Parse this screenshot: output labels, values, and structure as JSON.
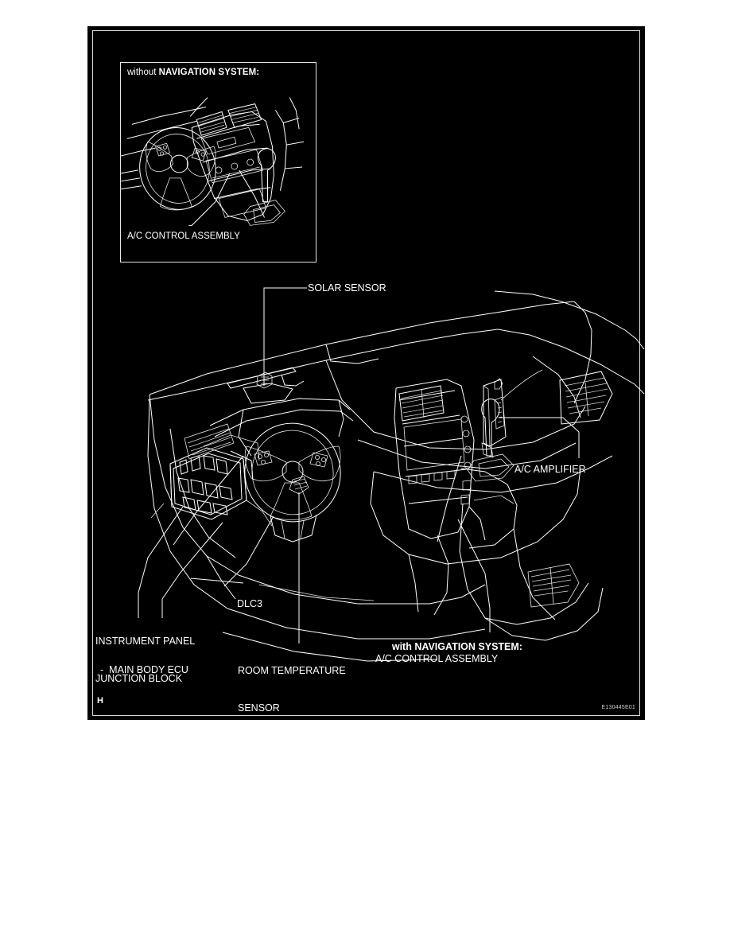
{
  "page": {
    "background_color": "#ffffff",
    "panel_background_color": "#000000",
    "line_color": "#ffffff"
  },
  "figure": {
    "sheet_mark": "H",
    "figure_code": "E130445E01",
    "inset": {
      "title_lead": "without ",
      "title_strong": "NAVIGATION SYSTEM:",
      "caption": "A/C CONTROL ASSEMBLY"
    },
    "labels": [
      {
        "id": "solar-sensor",
        "text": "SOLAR SENSOR"
      },
      {
        "id": "ac-amplifier",
        "text": "A/C AMPLIFIER"
      },
      {
        "id": "dlc3",
        "text": "DLC3"
      },
      {
        "id": "instrument-panel-junction-block",
        "line1": "INSTRUMENT PANEL",
        "line2": "JUNCTION BLOCK"
      },
      {
        "id": "main-body-ecu",
        "bullet": "-",
        "text": "MAIN BODY ECU"
      },
      {
        "id": "room-temperature-sensor",
        "line1": "ROOM TEMPERATURE",
        "line2": "SENSOR"
      },
      {
        "id": "with-navigation-system",
        "lead": "with ",
        "strong": "NAVIGATION SYSTEM:"
      },
      {
        "id": "ac-control-assembly-nav",
        "text": "A/C CONTROL ASSEMBLY"
      }
    ]
  }
}
